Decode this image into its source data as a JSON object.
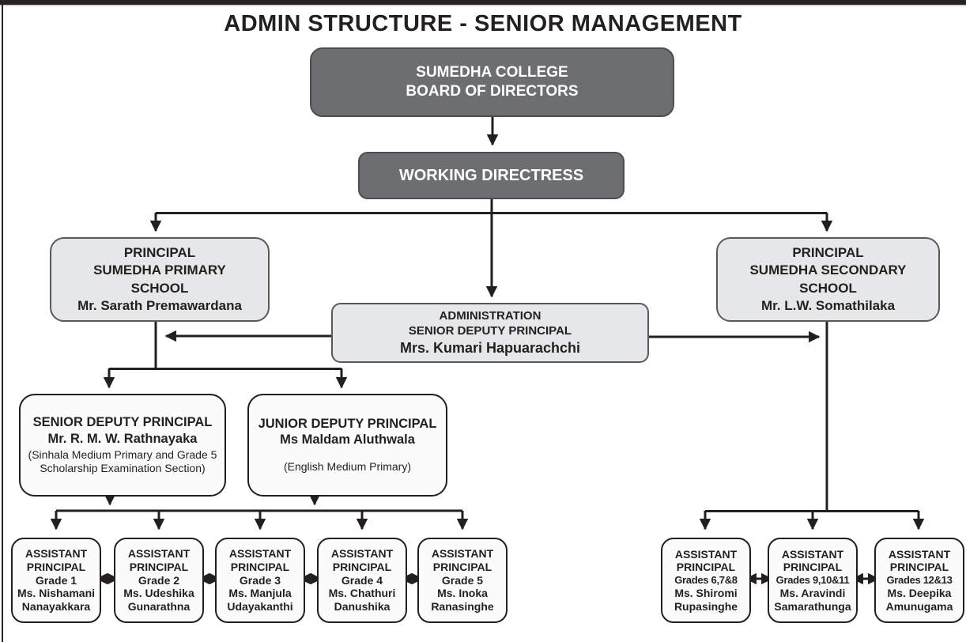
{
  "title": "ADMIN STRUCTURE - SENIOR MANAGEMENT",
  "colors": {
    "ink": "#231f20",
    "dark_fill": "#6d6e71",
    "dark_border": "#4d4d4f",
    "light_fill": "#e6e7e8",
    "light_border": "#58595b",
    "plain_fill": "#fbfbfb",
    "connector": "#231f20"
  },
  "nodes": {
    "board": {
      "line1": "SUMEDHA COLLEGE",
      "line2": "BOARD OF DIRECTORS"
    },
    "working_directress": {
      "label": "WORKING DIRECTRESS"
    },
    "primary_principal": {
      "line1": "PRINCIPAL",
      "line2": "SUMEDHA PRIMARY",
      "line3": "SCHOOL",
      "line4": "Mr. Sarath Premawardana"
    },
    "secondary_principal": {
      "line1": "PRINCIPAL",
      "line2": "SUMEDHA SECONDARY",
      "line3": "SCHOOL",
      "line4": "Mr. L.W. Somathilaka"
    },
    "admin_senior_deputy": {
      "line1": "ADMINISTRATION",
      "line2": "SENIOR DEPUTY PRINCIPAL",
      "line3": "Mrs. Kumari Hapuarachchi"
    },
    "senior_deputy": {
      "title": "SENIOR DEPUTY PRINCIPAL",
      "name": "Mr. R. M. W. Rathnayaka",
      "note": "(Sinhala Medium Primary and Grade 5 Scholarship Examination Section)"
    },
    "junior_deputy": {
      "title": "JUNIOR DEPUTY PRINCIPAL",
      "name": "Ms Maldam Aluthwala",
      "note": "(English Medium Primary)"
    },
    "primary_assistants": [
      {
        "title": "ASSISTANT PRINCIPAL",
        "grade": "Grade 1",
        "name": "Ms. Nishamani Nanayakkara"
      },
      {
        "title": "ASSISTANT PRINCIPAL",
        "grade": "Grade 2",
        "name": "Ms. Udeshika Gunarathna"
      },
      {
        "title": "ASSISTANT PRINCIPAL",
        "grade": "Grade 3",
        "name": "Ms. Manjula Udayakanthi"
      },
      {
        "title": "ASSISTANT PRINCIPAL",
        "grade": "Grade 4",
        "name": "Ms. Chathuri Danushika"
      },
      {
        "title": "ASSISTANT PRINCIPAL",
        "grade": "Grade 5",
        "name": "Ms. Inoka Ranasinghe"
      }
    ],
    "secondary_assistants": [
      {
        "title": "ASSISTANT PRINCIPAL",
        "grade": "Grades 6,7&8",
        "name": "Ms. Shiromi Rupasinghe"
      },
      {
        "title": "ASSISTANT PRINCIPAL",
        "grade": "Grades 9,10&11",
        "name": "Ms. Aravindi Samarathunga"
      },
      {
        "title": "ASSISTANT PRINCIPAL",
        "grade": "Grades 12&13",
        "name": "Ms. Deepika Amunugama"
      }
    ]
  }
}
